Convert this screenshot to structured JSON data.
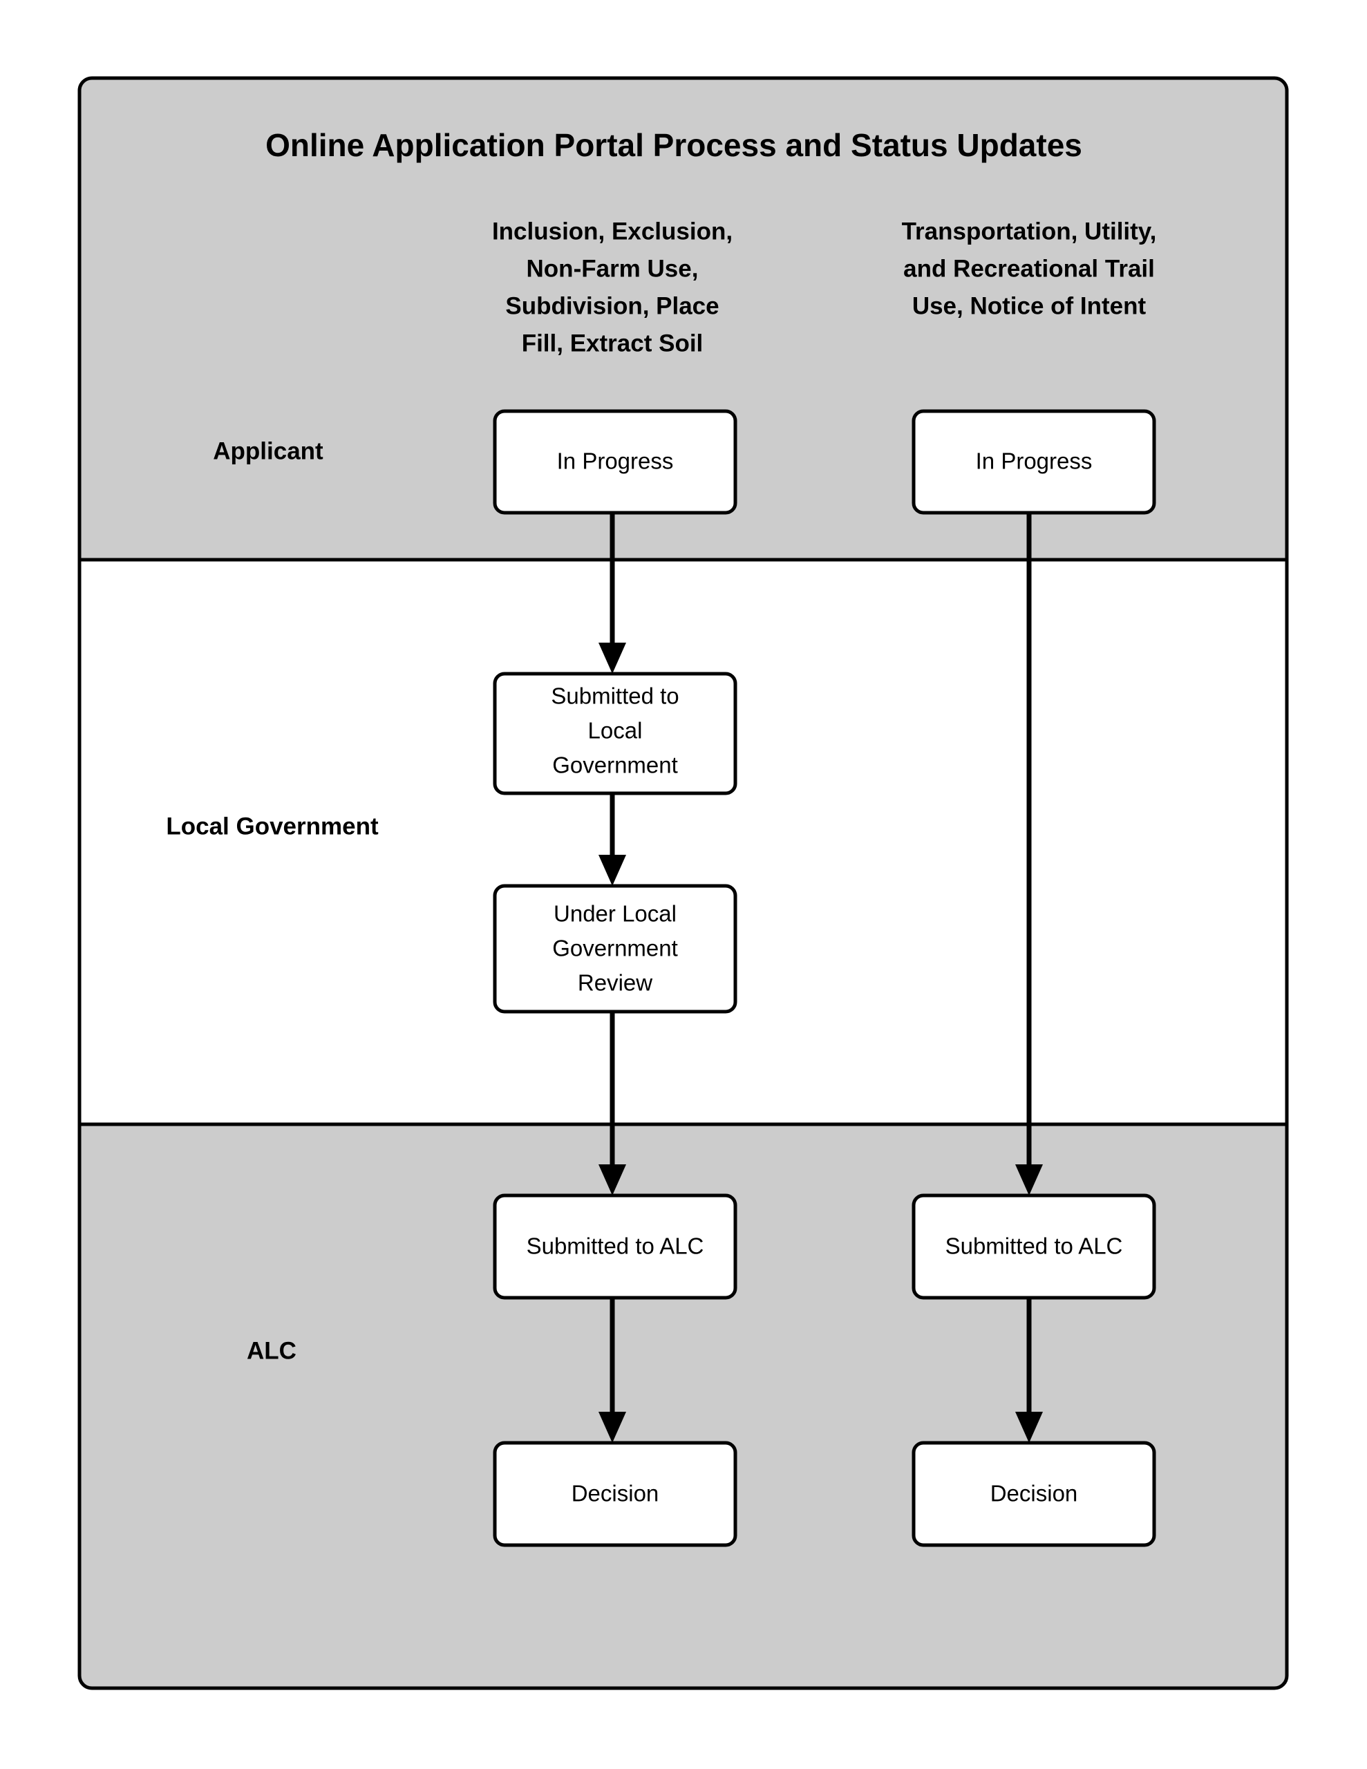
{
  "diagram": {
    "title": "Online Application Portal Process and Status Updates",
    "type": "swimlane-flowchart",
    "colors": {
      "shaded_lane": "#cccccc",
      "plain_lane": "#ffffff",
      "stroke": "#000000",
      "node_fill": "#ffffff"
    },
    "columns": [
      {
        "id": "col-left",
        "header_lines": [
          "Inclusion, Exclusion,",
          "Non-Farm Use,",
          "Subdivision, Place",
          "Fill, Extract Soil"
        ]
      },
      {
        "id": "col-right",
        "header_lines": [
          "Transportation, Utility,",
          "and Recreational Trail",
          "Use, Notice of Intent"
        ]
      }
    ],
    "lanes": [
      {
        "id": "lane-applicant",
        "label": "Applicant",
        "shaded": true
      },
      {
        "id": "lane-local-government",
        "label": "Local Government",
        "shaded": false
      },
      {
        "id": "lane-alc",
        "label": "ALC",
        "shaded": true
      }
    ],
    "nodes": [
      {
        "id": "node-left-in-progress",
        "lane": "lane-applicant",
        "column": "col-left",
        "lines": [
          "In Progress"
        ]
      },
      {
        "id": "node-right-in-progress",
        "lane": "lane-applicant",
        "column": "col-right",
        "lines": [
          "In Progress"
        ]
      },
      {
        "id": "node-left-submitted-local-gov",
        "lane": "lane-local-government",
        "column": "col-left",
        "lines": [
          "Submitted to",
          "Local",
          "Government"
        ]
      },
      {
        "id": "node-left-under-review",
        "lane": "lane-local-government",
        "column": "col-left",
        "lines": [
          "Under Local",
          "Government",
          "Review"
        ]
      },
      {
        "id": "node-left-submitted-alc",
        "lane": "lane-alc",
        "column": "col-left",
        "lines": [
          "Submitted to ALC"
        ]
      },
      {
        "id": "node-right-submitted-alc",
        "lane": "lane-alc",
        "column": "col-right",
        "lines": [
          "Submitted to ALC"
        ]
      },
      {
        "id": "node-left-decision",
        "lane": "lane-alc",
        "column": "col-left",
        "lines": [
          "Decision"
        ]
      },
      {
        "id": "node-right-decision",
        "lane": "lane-alc",
        "column": "col-right",
        "lines": [
          "Decision"
        ]
      }
    ],
    "edges": [
      {
        "id": "edge-left-1",
        "from": "node-left-in-progress",
        "to": "node-left-submitted-local-gov"
      },
      {
        "id": "edge-left-2",
        "from": "node-left-submitted-local-gov",
        "to": "node-left-under-review"
      },
      {
        "id": "edge-left-3",
        "from": "node-left-under-review",
        "to": "node-left-submitted-alc"
      },
      {
        "id": "edge-left-4",
        "from": "node-left-submitted-alc",
        "to": "node-left-decision"
      },
      {
        "id": "edge-right-1",
        "from": "node-right-in-progress",
        "to": "node-right-submitted-alc"
      },
      {
        "id": "edge-right-2",
        "from": "node-right-submitted-alc",
        "to": "node-right-decision"
      }
    ]
  }
}
